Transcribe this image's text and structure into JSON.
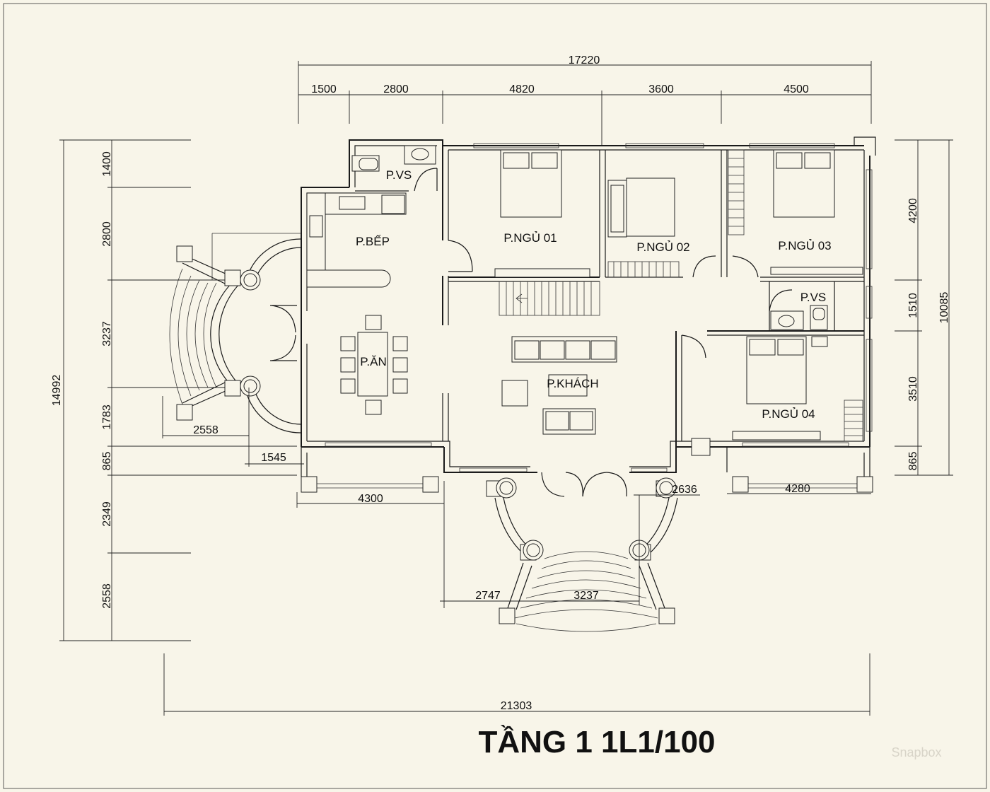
{
  "title": "TẦNG 1 1L1/100",
  "watermark": "Snapbox",
  "rooms": {
    "wc_top": "P.VS",
    "kitchen": "P.BẾP",
    "bed1": "P.NGỦ 01",
    "bed2": "P.NGỦ 02",
    "bed3": "P.NGỦ 03",
    "wc_right": "P.VS",
    "dining": "P.ĂN",
    "living": "P.KHÁCH",
    "bed4": "P.NGỦ 04"
  },
  "dimensions": {
    "top_total": "17220",
    "top_segments": [
      "1500",
      "2800",
      "4820",
      "3600",
      "4500"
    ],
    "left_total": "14992",
    "left_segments": [
      "1400",
      "2800",
      "3237",
      "1783",
      "865",
      "2349",
      "2558"
    ],
    "right_total": "10085",
    "right_segments": [
      "4200",
      "1510",
      "3510",
      "865"
    ],
    "bottom_total": "21303",
    "left_stair_width": "2558",
    "left_stair_offset": "1545",
    "porch_left": "4300",
    "porch_right": "4280",
    "front_stair_offset": "2636",
    "front_stair_left": "2747",
    "front_stair_width": "3237"
  }
}
